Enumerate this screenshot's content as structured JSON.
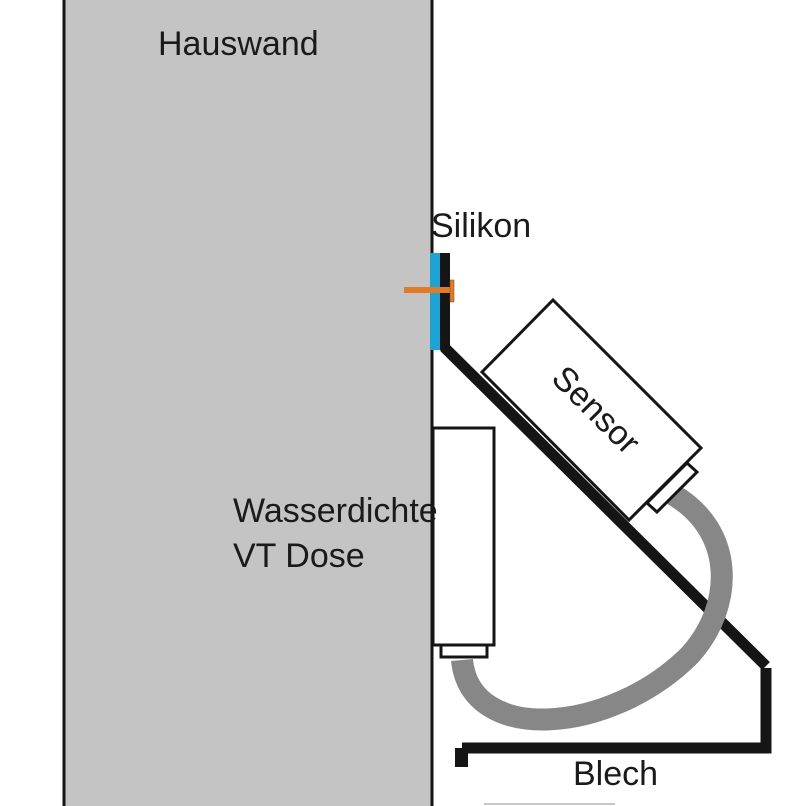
{
  "labels": {
    "wall": "Hauswand",
    "silicone": "Silikon",
    "box_line1": "Wasserdichte",
    "box_line2": "VT Dose",
    "sensor": "Sensor",
    "sheet": "Blech"
  },
  "colors": {
    "wall": "#c4c4c4",
    "silicone": "#1ea3d3",
    "screw": "#e07b2a",
    "cable": "#878787",
    "metal": "#151515"
  }
}
